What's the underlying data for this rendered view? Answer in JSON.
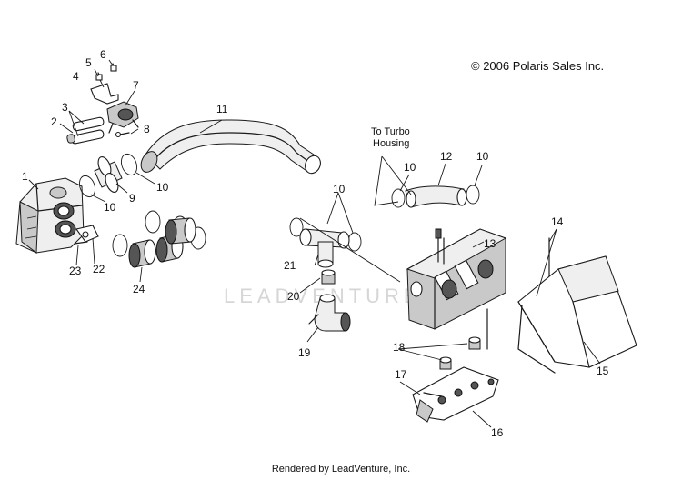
{
  "copyright": "© 2006 Polaris Sales Inc.",
  "note": {
    "line1": "To Turbo",
    "line2": "Housing"
  },
  "watermark": "LEADVENTURE",
  "footer": "Rendered by LeadVenture, Inc.",
  "callouts": [
    "1",
    "2",
    "3",
    "4",
    "5",
    "6",
    "7",
    "8",
    "9",
    "10",
    "10",
    "10",
    "10",
    "10",
    "11",
    "12",
    "13",
    "14",
    "15",
    "16",
    "17",
    "18",
    "19",
    "20",
    "21",
    "22",
    "23",
    "24"
  ]
}
